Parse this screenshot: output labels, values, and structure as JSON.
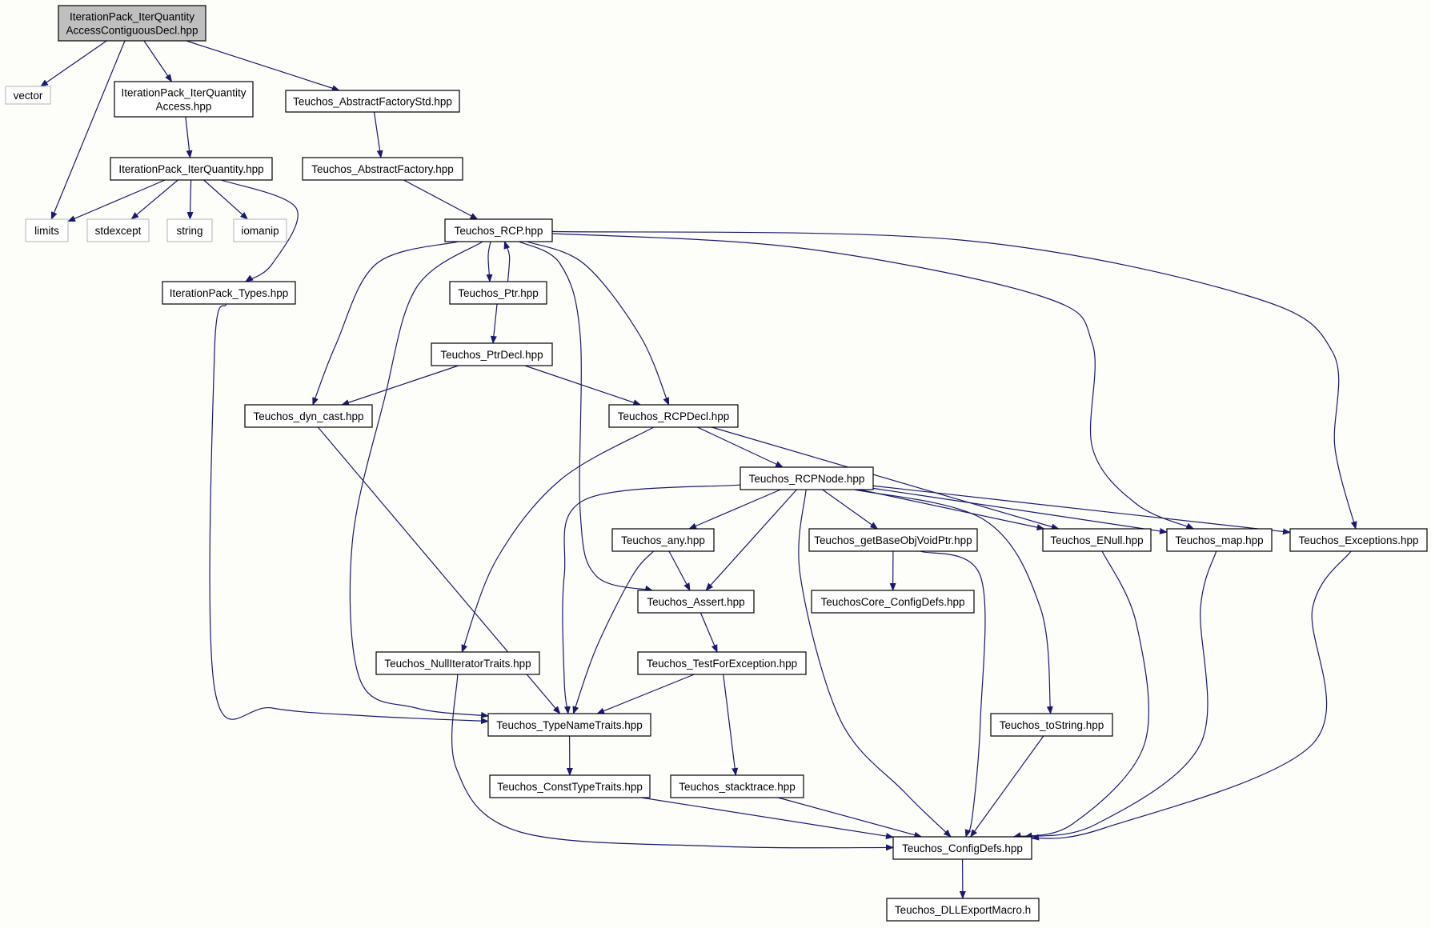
{
  "graph": {
    "type": "include-dependency-graph",
    "nodes": [
      {
        "id": "root",
        "lines": [
          "IterationPack_IterQuantity",
          "AccessContiguousDecl.hpp"
        ],
        "kind": "root"
      },
      {
        "id": "vector",
        "lines": [
          "vector"
        ],
        "kind": "external"
      },
      {
        "id": "iqa",
        "lines": [
          "IterationPack_IterQuantity",
          "Access.hpp"
        ],
        "kind": "file"
      },
      {
        "id": "afstd",
        "lines": [
          "Teuchos_AbstractFactoryStd.hpp"
        ],
        "kind": "file"
      },
      {
        "id": "iq",
        "lines": [
          "IterationPack_IterQuantity.hpp"
        ],
        "kind": "file"
      },
      {
        "id": "af",
        "lines": [
          "Teuchos_AbstractFactory.hpp"
        ],
        "kind": "file"
      },
      {
        "id": "limits",
        "lines": [
          "limits"
        ],
        "kind": "external"
      },
      {
        "id": "stdexcept",
        "lines": [
          "stdexcept"
        ],
        "kind": "external"
      },
      {
        "id": "string",
        "lines": [
          "string"
        ],
        "kind": "external"
      },
      {
        "id": "iomanip",
        "lines": [
          "iomanip"
        ],
        "kind": "external"
      },
      {
        "id": "rcp",
        "lines": [
          "Teuchos_RCP.hpp"
        ],
        "kind": "file"
      },
      {
        "id": "types",
        "lines": [
          "IterationPack_Types.hpp"
        ],
        "kind": "file"
      },
      {
        "id": "ptr",
        "lines": [
          "Teuchos_Ptr.hpp"
        ],
        "kind": "file"
      },
      {
        "id": "ptrdecl",
        "lines": [
          "Teuchos_PtrDecl.hpp"
        ],
        "kind": "file"
      },
      {
        "id": "dyncast",
        "lines": [
          "Teuchos_dyn_cast.hpp"
        ],
        "kind": "file"
      },
      {
        "id": "rcpdecl",
        "lines": [
          "Teuchos_RCPDecl.hpp"
        ],
        "kind": "file"
      },
      {
        "id": "rcpnode",
        "lines": [
          "Teuchos_RCPNode.hpp"
        ],
        "kind": "file"
      },
      {
        "id": "any",
        "lines": [
          "Teuchos_any.hpp"
        ],
        "kind": "file"
      },
      {
        "id": "getbase",
        "lines": [
          "Teuchos_getBaseObjVoidPtr.hpp"
        ],
        "kind": "file"
      },
      {
        "id": "enull",
        "lines": [
          "Teuchos_ENull.hpp"
        ],
        "kind": "file"
      },
      {
        "id": "map",
        "lines": [
          "Teuchos_map.hpp"
        ],
        "kind": "file"
      },
      {
        "id": "exceptions",
        "lines": [
          "Teuchos_Exceptions.hpp"
        ],
        "kind": "file"
      },
      {
        "id": "assert",
        "lines": [
          "Teuchos_Assert.hpp"
        ],
        "kind": "file"
      },
      {
        "id": "coreconfig",
        "lines": [
          "TeuchosCore_ConfigDefs.hpp"
        ],
        "kind": "file"
      },
      {
        "id": "nulliter",
        "lines": [
          "Teuchos_NullIteratorTraits.hpp"
        ],
        "kind": "file"
      },
      {
        "id": "testfor",
        "lines": [
          "Teuchos_TestForException.hpp"
        ],
        "kind": "file"
      },
      {
        "id": "typename",
        "lines": [
          "Teuchos_TypeNameTraits.hpp"
        ],
        "kind": "file"
      },
      {
        "id": "tostring",
        "lines": [
          "Teuchos_toString.hpp"
        ],
        "kind": "file"
      },
      {
        "id": "consttype",
        "lines": [
          "Teuchos_ConstTypeTraits.hpp"
        ],
        "kind": "file"
      },
      {
        "id": "stacktrace",
        "lines": [
          "Teuchos_stacktrace.hpp"
        ],
        "kind": "file"
      },
      {
        "id": "configdefs",
        "lines": [
          "Teuchos_ConfigDefs.hpp"
        ],
        "kind": "file"
      },
      {
        "id": "dllexport",
        "lines": [
          "Teuchos_DLLExportMacro.h"
        ],
        "kind": "file"
      }
    ],
    "edges": [
      {
        "from": "root",
        "to": "vector"
      },
      {
        "from": "root",
        "to": "limits"
      },
      {
        "from": "root",
        "to": "iqa"
      },
      {
        "from": "root",
        "to": "afstd"
      },
      {
        "from": "iqa",
        "to": "iq"
      },
      {
        "from": "afstd",
        "to": "af"
      },
      {
        "from": "af",
        "to": "rcp"
      },
      {
        "from": "iq",
        "to": "limits"
      },
      {
        "from": "iq",
        "to": "stdexcept"
      },
      {
        "from": "iq",
        "to": "string"
      },
      {
        "from": "iq",
        "to": "iomanip"
      },
      {
        "from": "iq",
        "to": "types"
      },
      {
        "from": "types",
        "to": "typename"
      },
      {
        "from": "rcp",
        "to": "ptr"
      },
      {
        "from": "ptr",
        "to": "rcp"
      },
      {
        "from": "rcp",
        "to": "dyncast"
      },
      {
        "from": "rcp",
        "to": "typename"
      },
      {
        "from": "rcp",
        "to": "assert"
      },
      {
        "from": "rcp",
        "to": "rcpdecl"
      },
      {
        "from": "rcp",
        "to": "map"
      },
      {
        "from": "rcp",
        "to": "exceptions"
      },
      {
        "from": "ptr",
        "to": "ptrdecl"
      },
      {
        "from": "ptrdecl",
        "to": "dyncast"
      },
      {
        "from": "ptrdecl",
        "to": "rcpdecl"
      },
      {
        "from": "dyncast",
        "to": "typename"
      },
      {
        "from": "rcpdecl",
        "to": "rcpnode"
      },
      {
        "from": "rcpdecl",
        "to": "nulliter"
      },
      {
        "from": "rcpdecl",
        "to": "enull"
      },
      {
        "from": "rcpnode",
        "to": "any"
      },
      {
        "from": "rcpnode",
        "to": "assert"
      },
      {
        "from": "rcpnode",
        "to": "typename"
      },
      {
        "from": "rcpnode",
        "to": "getbase"
      },
      {
        "from": "rcpnode",
        "to": "enull"
      },
      {
        "from": "rcpnode",
        "to": "map"
      },
      {
        "from": "rcpnode",
        "to": "exceptions"
      },
      {
        "from": "rcpnode",
        "to": "tostring"
      },
      {
        "from": "rcpnode",
        "to": "configdefs"
      },
      {
        "from": "any",
        "to": "assert"
      },
      {
        "from": "any",
        "to": "typename"
      },
      {
        "from": "getbase",
        "to": "coreconfig"
      },
      {
        "from": "getbase",
        "to": "configdefs"
      },
      {
        "from": "assert",
        "to": "testfor"
      },
      {
        "from": "testfor",
        "to": "typename"
      },
      {
        "from": "testfor",
        "to": "stacktrace"
      },
      {
        "from": "typename",
        "to": "consttype"
      },
      {
        "from": "consttype",
        "to": "configdefs"
      },
      {
        "from": "stacktrace",
        "to": "configdefs"
      },
      {
        "from": "nulliter",
        "to": "configdefs"
      },
      {
        "from": "tostring",
        "to": "configdefs"
      },
      {
        "from": "enull",
        "to": "configdefs"
      },
      {
        "from": "map",
        "to": "configdefs"
      },
      {
        "from": "exceptions",
        "to": "configdefs"
      },
      {
        "from": "configdefs",
        "to": "dllexport"
      }
    ]
  }
}
